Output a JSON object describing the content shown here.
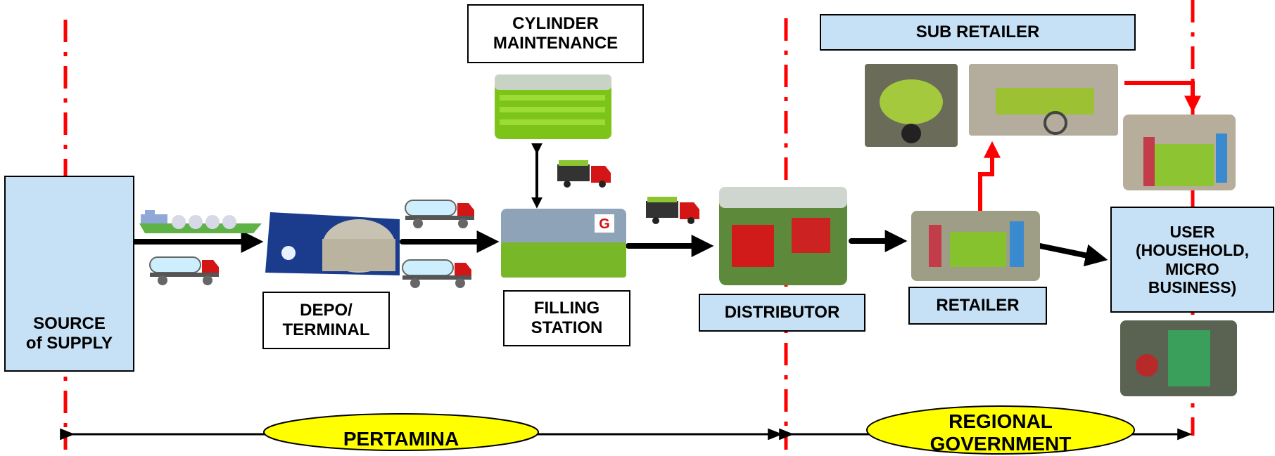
{
  "colors": {
    "accent_red": "#ff0000",
    "label_blue": "#c6e0f5",
    "oval_yellow": "#ffff00",
    "arrow": "#000000"
  },
  "labels": {
    "source": "SOURCE\nof SUPPLY",
    "depo": "DEPO/\nTERMINAL",
    "cylinder": "CYLINDER\nMAINTENANCE",
    "filling": "FILLING\nSTATION",
    "distributor": "DISTRIBUTOR",
    "sub_retailer": "SUB RETAILER",
    "retailer": "RETAILER",
    "user": "USER\n(HOUSEHOLD,\nMICRO\nBUSINESS)"
  },
  "bands": {
    "pertamina": "PERTAMINA",
    "regional": "REGIONAL\nGOVERNMENT"
  },
  "icons": [
    "refinery-photo",
    "lng-ship-icon",
    "tanker-truck-icon",
    "depot-terminal-photo",
    "cylinder-stack-photo",
    "cargo-truck-icon",
    "filling-station-photo",
    "distributor-yard-photo",
    "motorbike-photo",
    "cart-photo",
    "retailer-photo",
    "user-shop-photo",
    "street-vendor-photo"
  ]
}
